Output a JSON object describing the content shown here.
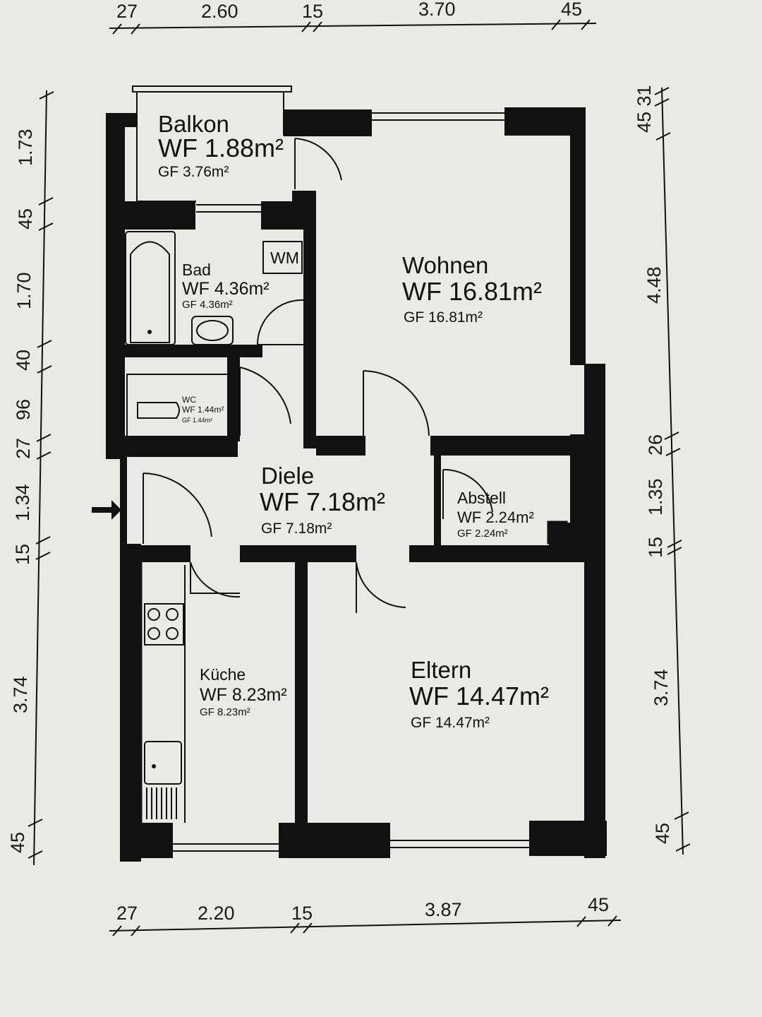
{
  "dimensions": {
    "top": [
      "27",
      "2.60",
      "15",
      "3.70",
      "45"
    ],
    "bottom": [
      "27",
      "2.20",
      "15",
      "3.87",
      "45"
    ],
    "left": [
      "1.73",
      "45",
      "1.70",
      "40",
      "96",
      "27",
      "1.34",
      "15",
      "3.74",
      "45"
    ],
    "right": [
      "45 31",
      "4.48",
      "26",
      "1.35",
      "15",
      "3.74",
      "45"
    ]
  },
  "rooms": {
    "balkon": {
      "name": "Balkon",
      "wf": "WF 1.88m²",
      "gf": "GF 3.76m²"
    },
    "bad": {
      "name": "Bad",
      "wf": "WF 4.36m²",
      "gf": "GF 4.36m²",
      "fixture": "WM"
    },
    "wohnen": {
      "name": "Wohnen",
      "wf": "WF 16.81m²",
      "gf": "GF 16.81m²"
    },
    "wc": {
      "name": "WC",
      "wf": "WF 1.44m²",
      "gf": "GF 1.44m²"
    },
    "diele": {
      "name": "Diele",
      "wf": "WF 7.18m²",
      "gf": "GF 7.18m²"
    },
    "abstell": {
      "name": "Abstell",
      "wf": "WF 2.24m²",
      "gf": "GF 2.24m²"
    },
    "kueche": {
      "name": "Küche",
      "wf": "WF 8.23m²",
      "gf": "GF 8.23m²"
    },
    "eltern": {
      "name": "Eltern",
      "wf": "WF 14.47m²",
      "gf": "GF 14.47m²"
    }
  }
}
